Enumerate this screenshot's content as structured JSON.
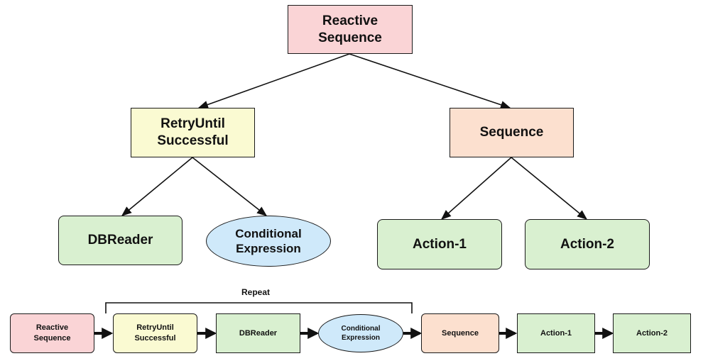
{
  "tree": {
    "root": "Reactive\nSequence",
    "retry": "RetryUntil\nSuccessful",
    "sequence": "Sequence",
    "dbreader": "DBReader",
    "conditional": "Conditional\nExpression",
    "action1": "Action-1",
    "action2": "Action-2"
  },
  "flow": {
    "repeat_label": "Repeat",
    "steps": [
      "Reactive\nSequence",
      "RetryUntil\nSuccessful",
      "DBReader",
      "Conditional\nExpression",
      "Sequence",
      "Action-1",
      "Action-2"
    ]
  },
  "colors": {
    "root": "#fad4d6",
    "retry": "#fafad2",
    "sequence": "#fce0cf",
    "leaf_action": "#d9f0d0",
    "condition": "#cfe9fa"
  }
}
